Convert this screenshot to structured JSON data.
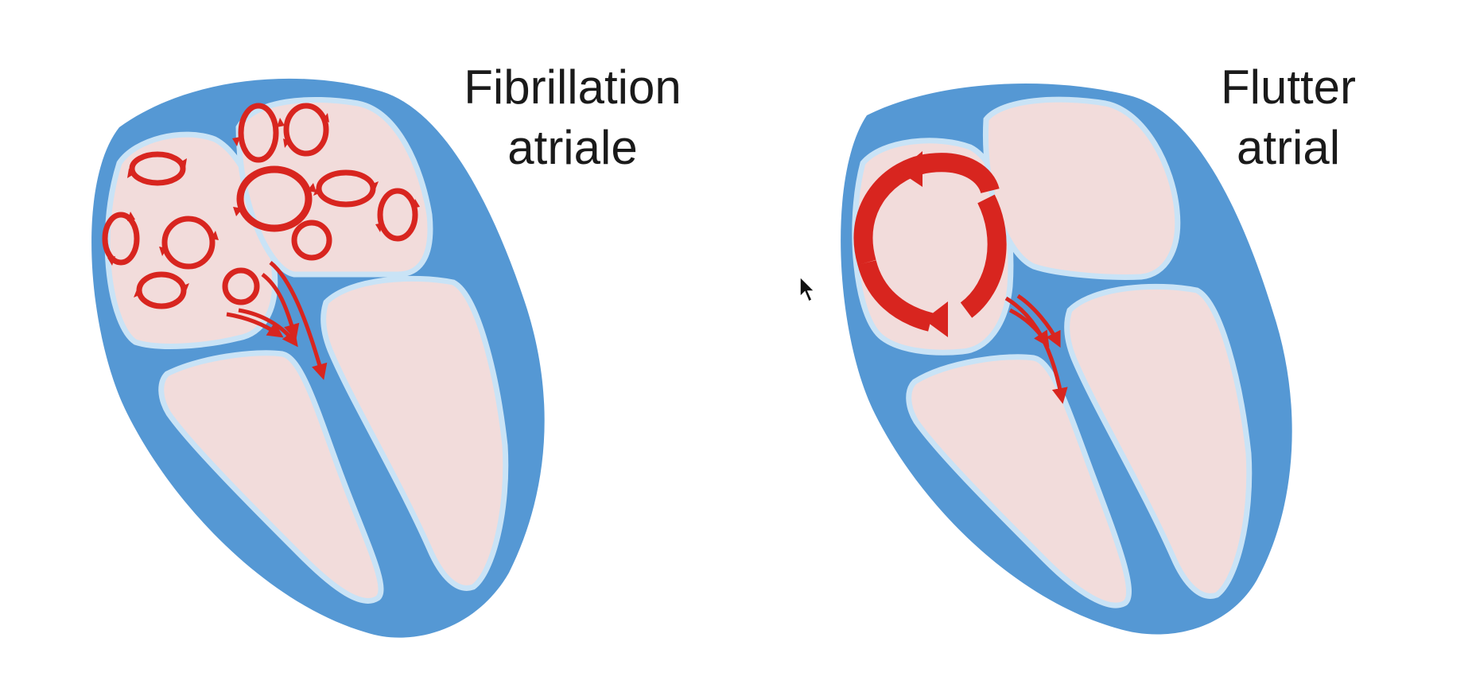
{
  "diagrams": [
    {
      "title_line1": "Fibrillation",
      "title_line2": "atriale"
    },
    {
      "title_line1": "Flutter",
      "title_line2": "atrial"
    }
  ],
  "colors": {
    "wall": "#5598d4",
    "chamber_edge": "#c9e3f6",
    "chamber": "#f2dcdb",
    "signal": "#d8251f",
    "signal_dark": "#a9140f",
    "text": "#1a1a1a",
    "background": "#ffffff"
  },
  "icons": [
    "mouse-cursor-icon"
  ]
}
